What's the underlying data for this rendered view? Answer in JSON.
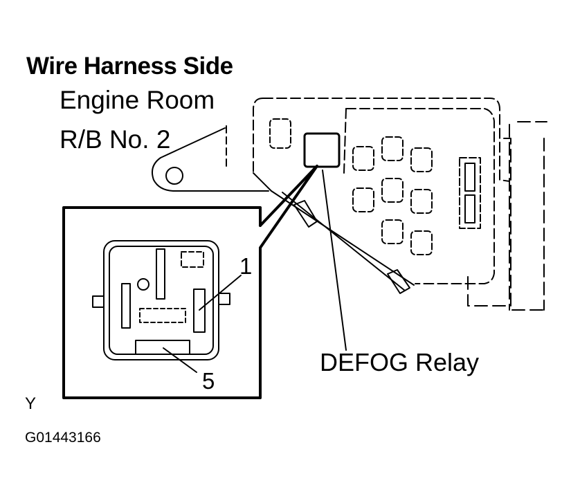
{
  "title": "Wire Harness Side",
  "location": {
    "line1": "Engine Room",
    "line2": "R/B No. 2"
  },
  "relay_label": "DEFOG Relay",
  "pin_labels": {
    "pin1": "1",
    "pin5": "5"
  },
  "corner_letter": "Y",
  "figure_code": "G01443166",
  "colors": {
    "ink": "#000000",
    "background": "#ffffff"
  }
}
